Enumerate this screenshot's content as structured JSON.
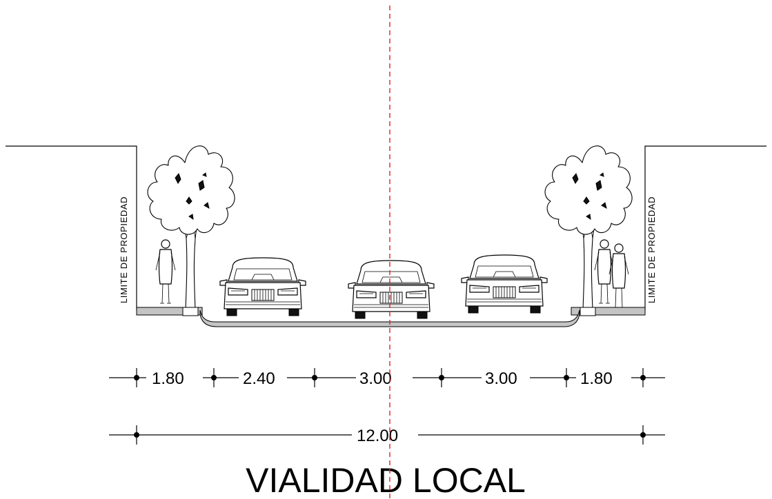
{
  "diagram": {
    "title": "VIALIDAD LOCAL",
    "property_limit_label": "LIMITE DE PROPIEDAD",
    "segments": [
      {
        "label": "1.80"
      },
      {
        "label": "2.40"
      },
      {
        "label": "3.00"
      },
      {
        "label": "3.00"
      },
      {
        "label": "1.80"
      }
    ],
    "total": {
      "label": "12.00"
    },
    "colors": {
      "lines": "#000000",
      "centerline": "#e0201c",
      "sidewalk": "#c4c4c4",
      "background": "#ffffff"
    },
    "icons": [
      "tree-icon",
      "pedestrian-icon",
      "car-front-icon"
    ]
  }
}
